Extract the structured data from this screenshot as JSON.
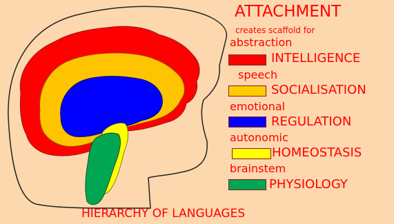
{
  "colors": {
    "background": "#fdd8ae",
    "text": "#ff0000",
    "outline": "#222222",
    "intelligence": "#ff0000",
    "socialisation": "#ffcc00",
    "regulation": "#0000ff",
    "homeostasis": "#ffff00",
    "physiology": "#00a651"
  },
  "title": "ATTACHMENT",
  "subtitle": "creates scaffold for",
  "legend": [
    {
      "pre_label": "abstraction",
      "label": "INTELLIGENCE",
      "color": "#ff0000"
    },
    {
      "pre_label": "speech",
      "label": "SOCIALISATION",
      "color": "#ffcc00"
    },
    {
      "pre_label": "emotional",
      "label": "REGULATION",
      "color": "#0000ff"
    },
    {
      "pre_label": "autonomic",
      "label": "HOMEOSTASIS",
      "color": "#ffff00"
    },
    {
      "pre_label": "brainstem",
      "label": "PHYSIOLOGY",
      "color": "#00a651"
    }
  ],
  "footer": "HIERARCHY OF LANGUAGES"
}
